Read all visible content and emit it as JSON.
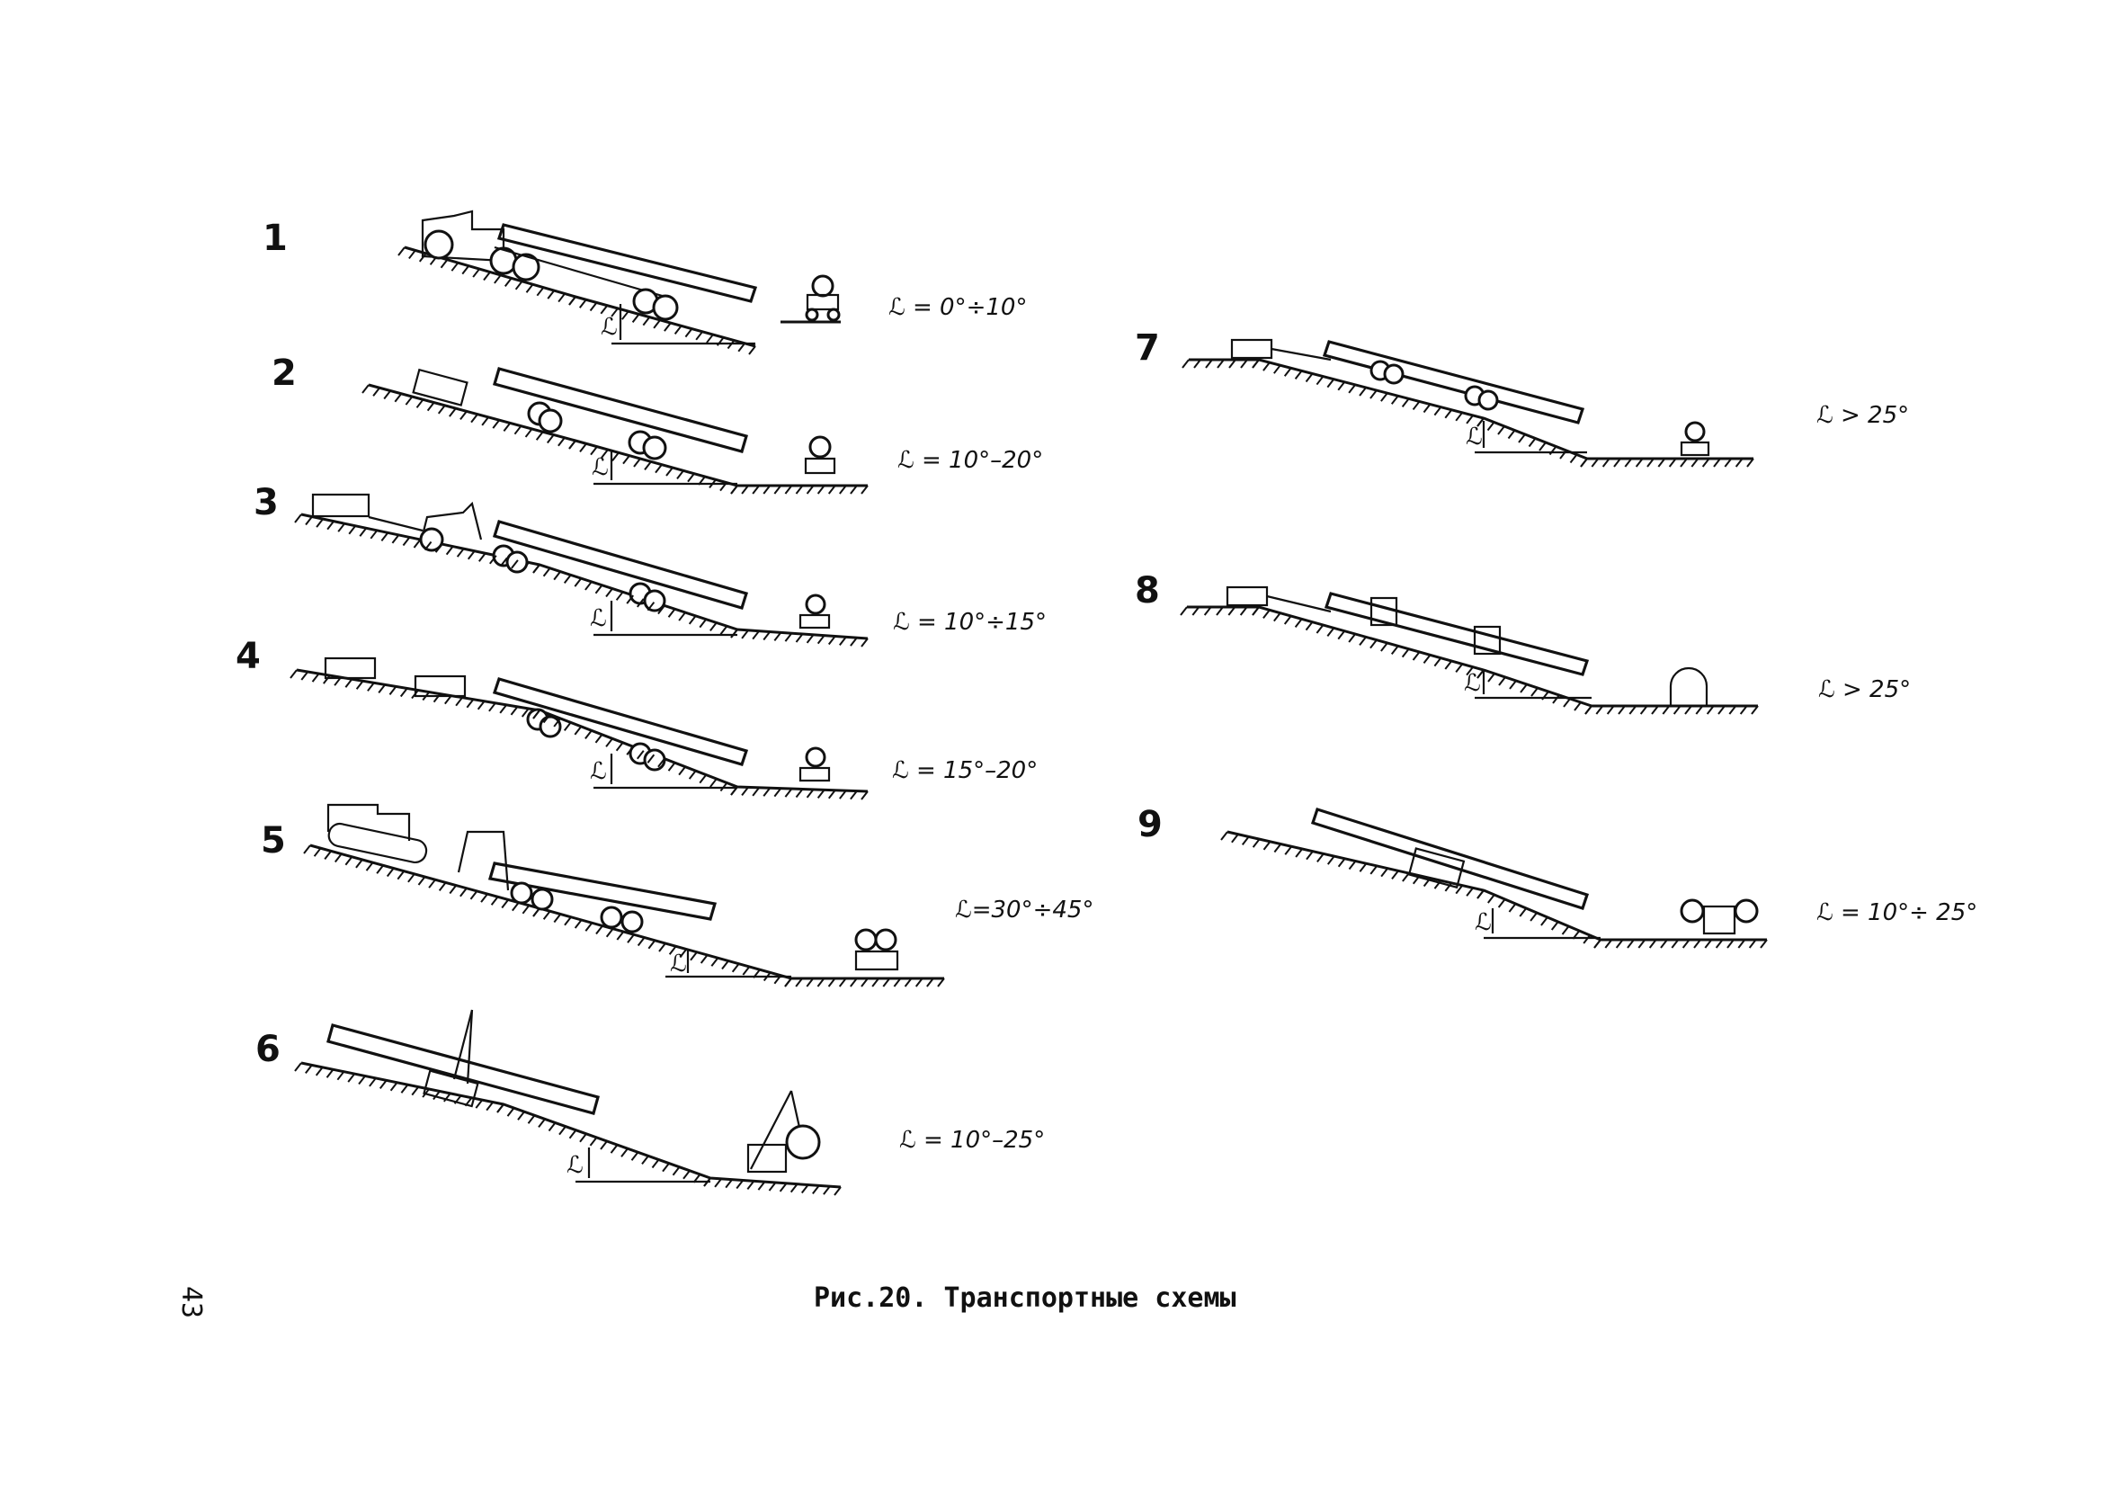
{
  "page_number": "43",
  "caption": "Рис.20. Транспортные схемы",
  "schemes": [
    {
      "number": "1",
      "angle": "ℒ = 0°÷10°"
    },
    {
      "number": "2",
      "angle": "ℒ = 10°–20°"
    },
    {
      "number": "3",
      "angle": "ℒ = 10°÷15°"
    },
    {
      "number": "4",
      "angle": "ℒ = 15°–20°"
    },
    {
      "number": "5",
      "angle": "ℒ=30°÷45°"
    },
    {
      "number": "6",
      "angle": "ℒ = 10°–25°"
    },
    {
      "number": "7",
      "angle": "ℒ > 25°"
    },
    {
      "number": "8",
      "angle": "ℒ > 25°"
    },
    {
      "number": "9",
      "angle": "ℒ = 10°÷ 25°"
    }
  ],
  "slope_symbol": "ℒ"
}
